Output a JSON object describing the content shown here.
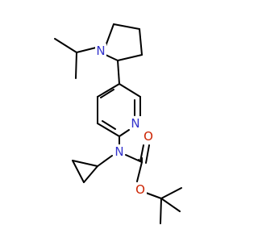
{
  "molecule": {
    "atom_labels": {
      "pyrrolidine_n": "N",
      "pyridine_n": "N",
      "carbamate_n": "N",
      "carbonyl_o": "O",
      "ester_o": "O"
    },
    "colors": {
      "bond": "#000000",
      "nitrogen": "#3333cc",
      "oxygen": "#cc2200"
    }
  }
}
